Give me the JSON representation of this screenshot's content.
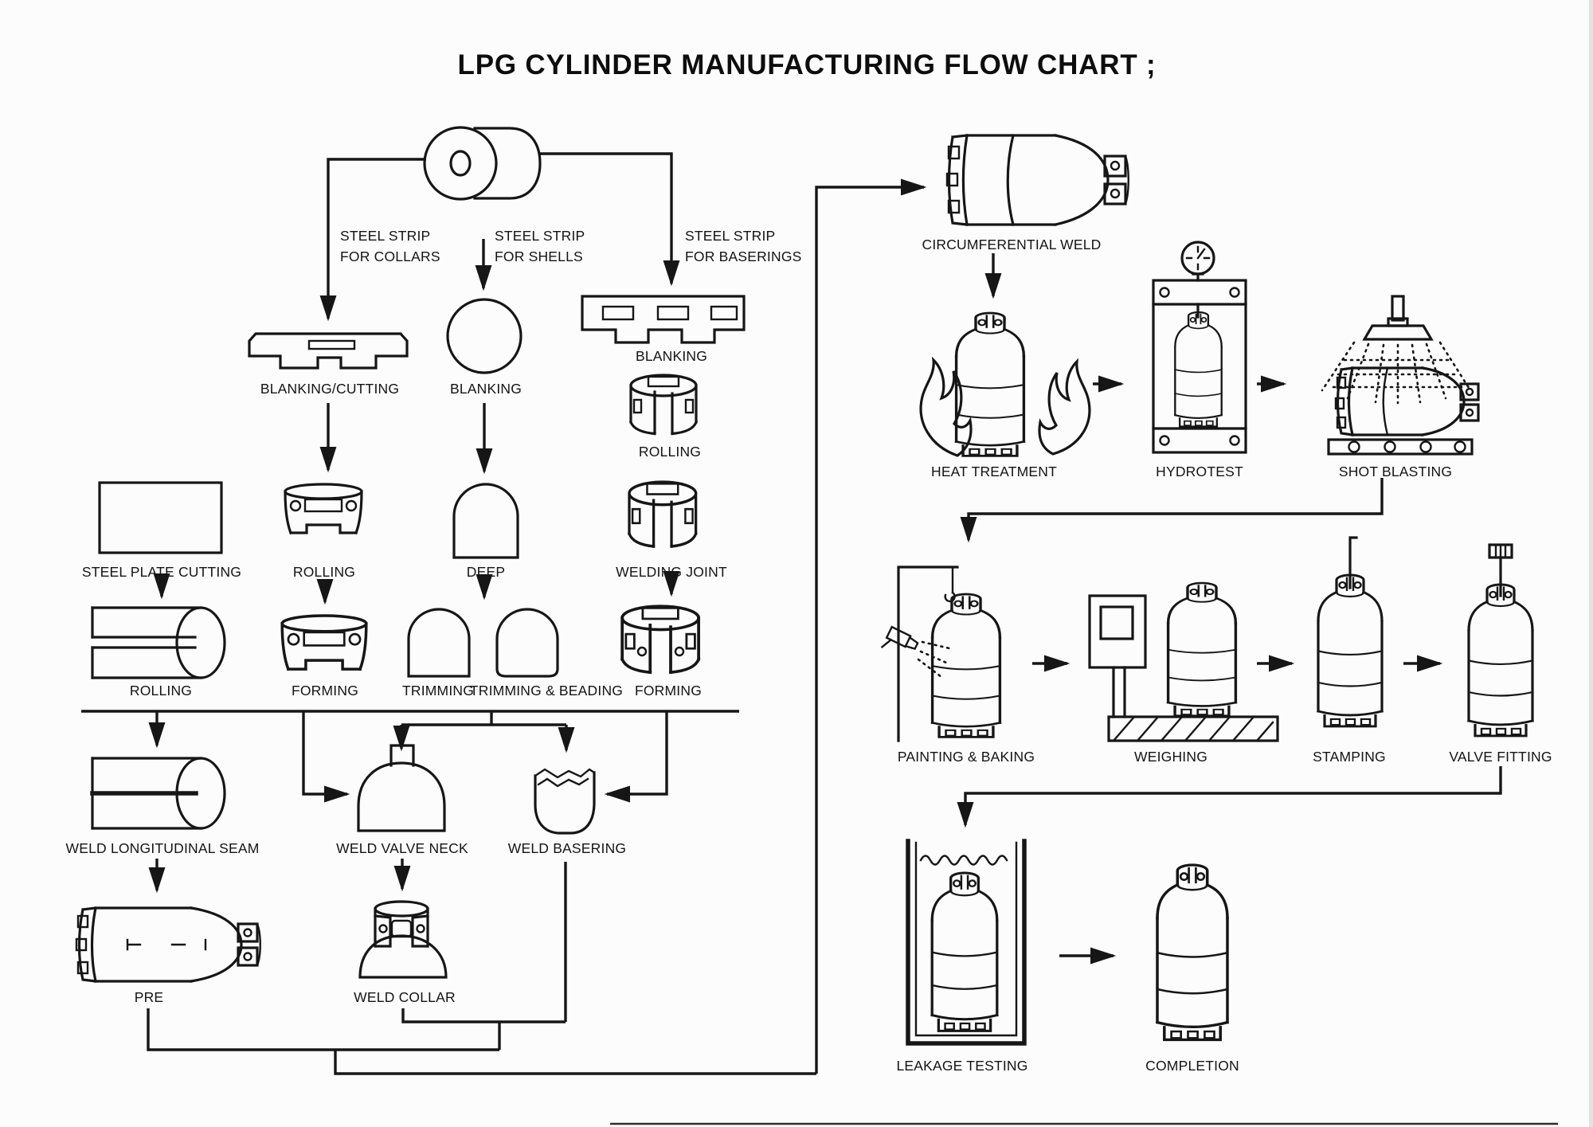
{
  "title": "LPG CYLINDER MANUFACTURING FLOW CHART ;",
  "colors": {
    "ink": "#161616",
    "background": "#fcfcfc"
  },
  "labels": [
    {
      "id": "title",
      "text": "LPG CYLINDER MANUFACTURING FLOW CHART ;"
    },
    {
      "id": "steel-strip-collars",
      "text": "STEEL STRIP\nFOR COLLARS"
    },
    {
      "id": "steel-strip-shells",
      "text": "STEEL STRIP\nFOR SHELLS"
    },
    {
      "id": "steel-strip-baserings",
      "text": "STEEL STRIP\nFOR BASERINGS"
    },
    {
      "id": "blanking-cutting",
      "text": "BLANKING/CUTTING"
    },
    {
      "id": "blanking-shell",
      "text": "BLANKING"
    },
    {
      "id": "blanking-basering",
      "text": "BLANKING"
    },
    {
      "id": "rolling-basering",
      "text": "ROLLING"
    },
    {
      "id": "steel-plate-cutting",
      "text": "STEEL PLATE CUTTING"
    },
    {
      "id": "rolling-collar",
      "text": "ROLLING"
    },
    {
      "id": "deep",
      "text": "DEEP"
    },
    {
      "id": "welding-joint",
      "text": "WELDING JOINT"
    },
    {
      "id": "rolling-shell",
      "text": "ROLLING"
    },
    {
      "id": "forming-collar",
      "text": "FORMING"
    },
    {
      "id": "trimming",
      "text": "TRIMMING"
    },
    {
      "id": "trimming-beading",
      "text": "TRIMMING & BEADING"
    },
    {
      "id": "forming-basering",
      "text": "FORMING"
    },
    {
      "id": "weld-longitudinal-seam",
      "text": "WELD LONGITUDINAL SEAM"
    },
    {
      "id": "weld-valve-neck",
      "text": "WELD VALVE NECK"
    },
    {
      "id": "weld-basering",
      "text": "WELD BASERING"
    },
    {
      "id": "pre",
      "text": "PRE"
    },
    {
      "id": "weld-collar",
      "text": "WELD COLLAR"
    },
    {
      "id": "circumferential-weld",
      "text": "CIRCUMFERENTIAL WELD"
    },
    {
      "id": "heat-treatment",
      "text": "HEAT TREATMENT"
    },
    {
      "id": "hydrotest",
      "text": "HYDROTEST"
    },
    {
      "id": "shot-blasting",
      "text": "SHOT BLASTING"
    },
    {
      "id": "painting-baking",
      "text": "PAINTING & BAKING"
    },
    {
      "id": "weighing",
      "text": "WEIGHING"
    },
    {
      "id": "stamping",
      "text": "STAMPING"
    },
    {
      "id": "valve-fitting",
      "text": "VALVE FITTING"
    },
    {
      "id": "leakage-testing",
      "text": "LEAKAGE TESTING"
    },
    {
      "id": "completion",
      "text": "COMPLETION"
    }
  ]
}
